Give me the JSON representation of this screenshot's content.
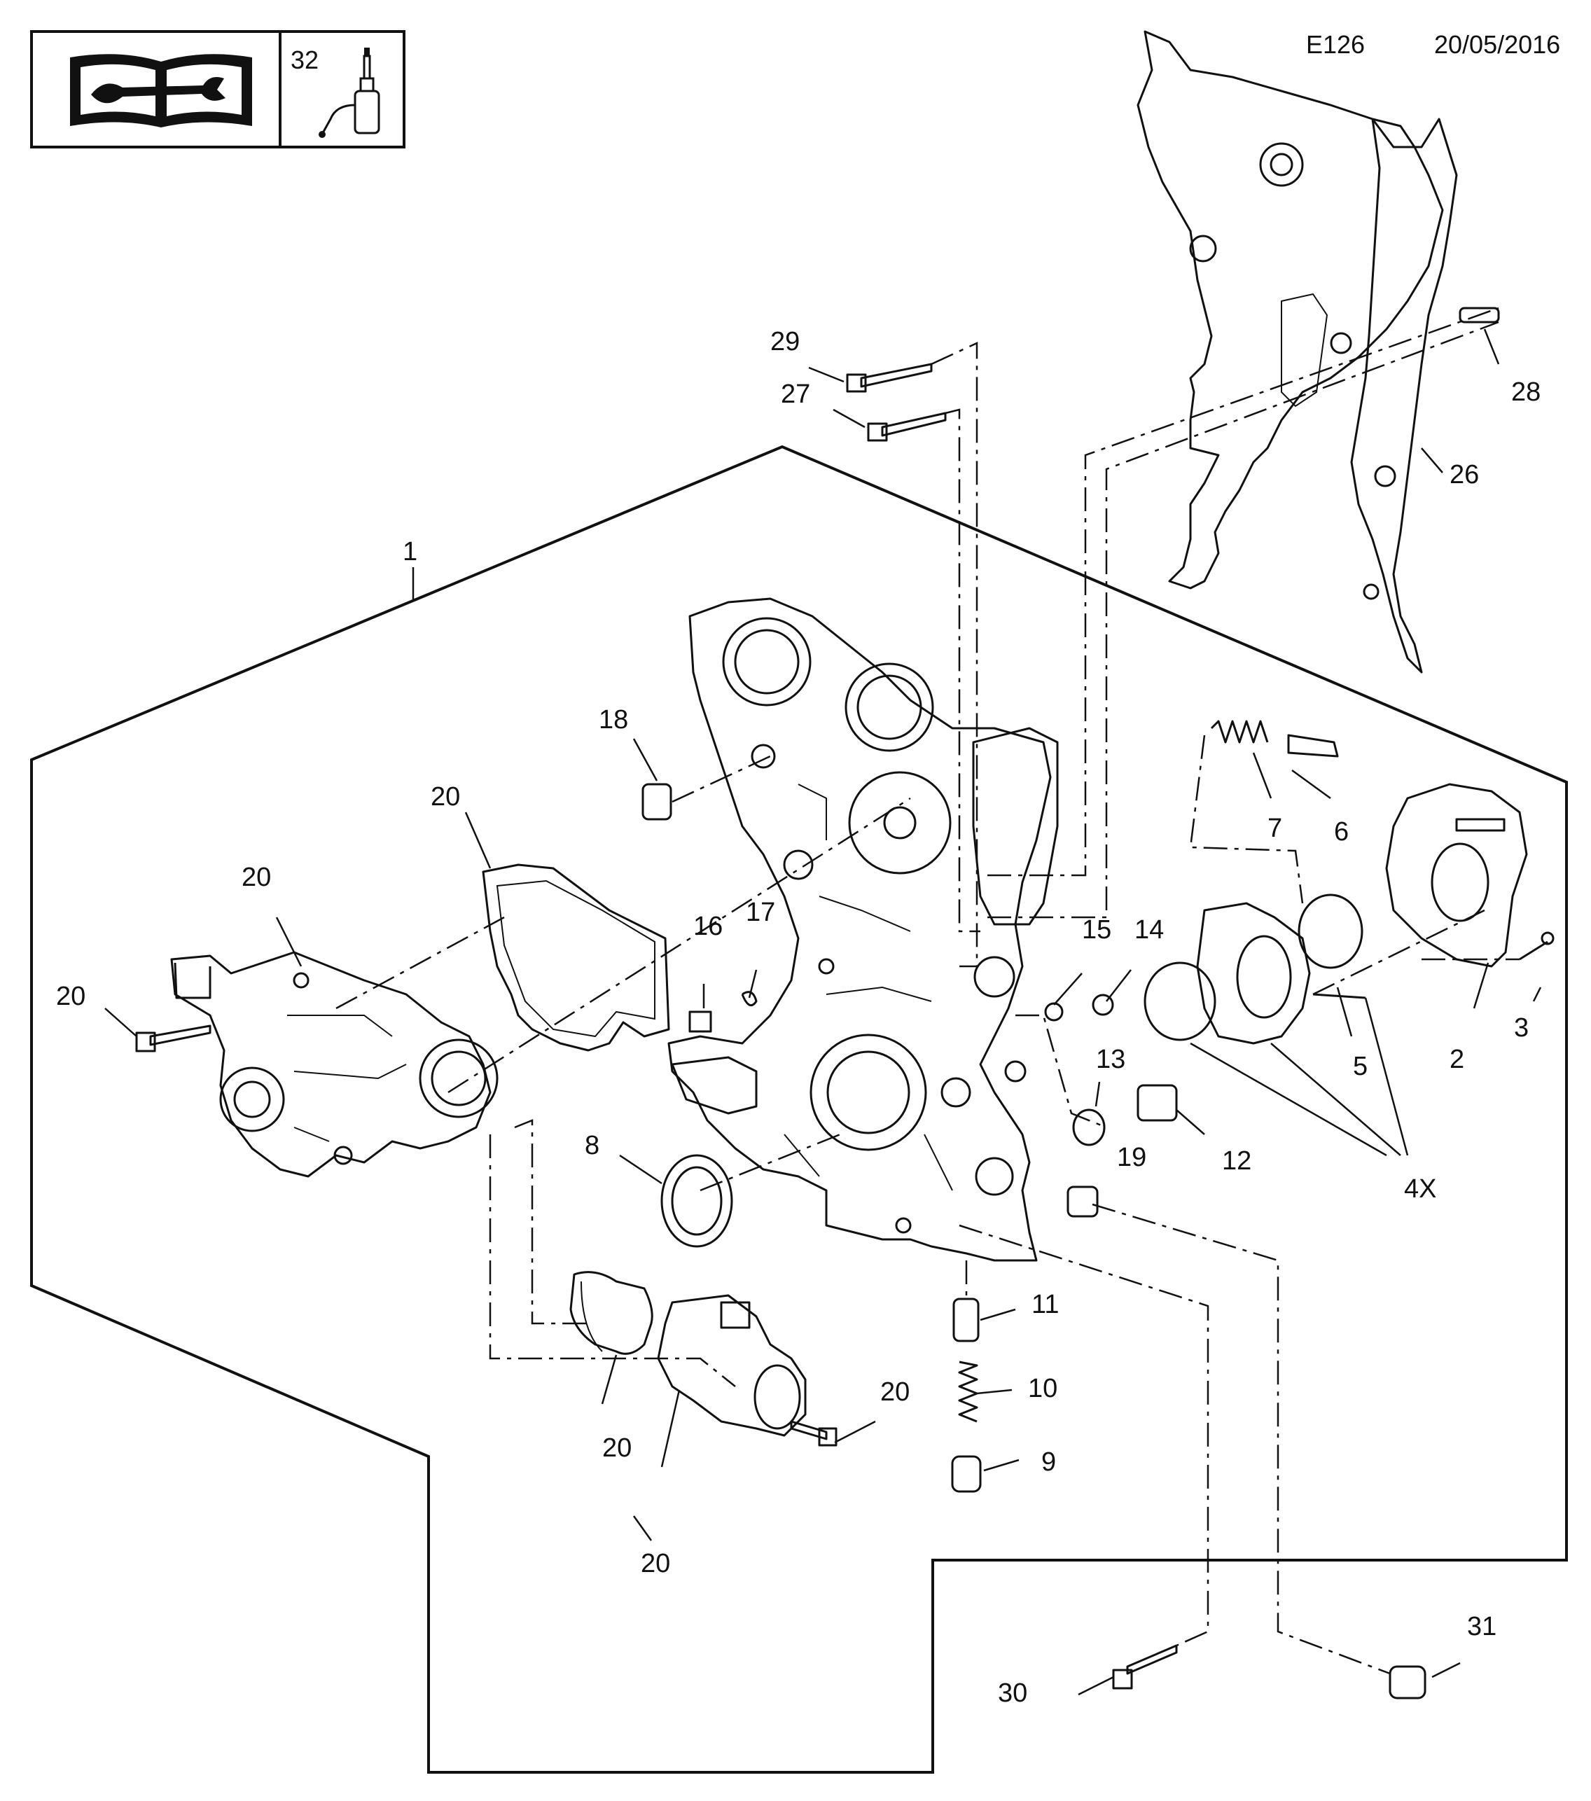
{
  "header": {
    "code": "E126",
    "date": "20/05/2016"
  },
  "legend_box": {
    "manual_icon": "book-wrench-icon",
    "ref_number": "32",
    "product_icon": "sealant-bottle-icon"
  },
  "callouts": {
    "c1": "1",
    "c2": "2",
    "c3": "3",
    "c5": "5",
    "c6": "6",
    "c7": "7",
    "c8": "8",
    "c9": "9",
    "c10": "10",
    "c11": "11",
    "c12": "12",
    "c13": "13",
    "c14": "14",
    "c15": "15",
    "c16": "16",
    "c17": "17",
    "c18": "18",
    "c19": "19",
    "c20a": "20",
    "c20b": "20",
    "c20c": "20",
    "c20d": "20",
    "c20e": "20",
    "c20f": "20",
    "c26": "26",
    "c27": "27",
    "c28": "28",
    "c29": "29",
    "c30": "30",
    "c31": "31",
    "c4x": "4X"
  }
}
